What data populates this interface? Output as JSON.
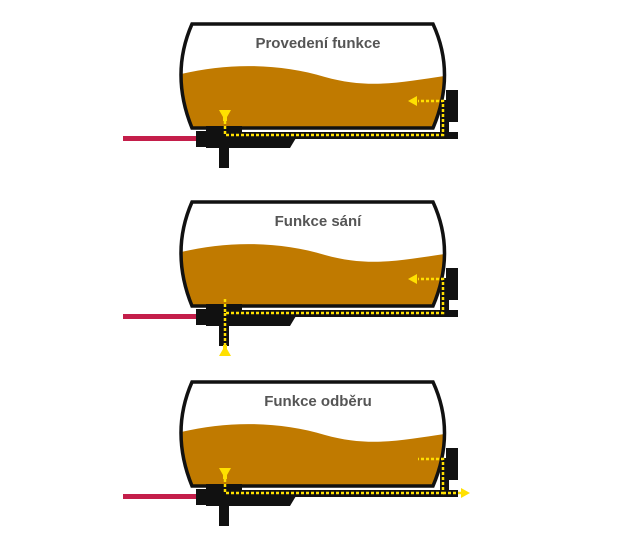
{
  "diagrams": [
    {
      "title": "Provedení funkce",
      "mode": "circulation"
    },
    {
      "title": "Funkce sání",
      "mode": "suction"
    },
    {
      "title": "Funkce odběru",
      "mode": "discharge"
    }
  ],
  "colors": {
    "tank_outline": "#111111",
    "tank_fill": "#ffffff",
    "liquid": "#c07a00",
    "pipe": "#111111",
    "flow": "#ffe000",
    "hose": "#c41e4a",
    "title": "#555555"
  },
  "icons": {
    "flow_arrow": "arrowhead",
    "intake": "funnel"
  }
}
